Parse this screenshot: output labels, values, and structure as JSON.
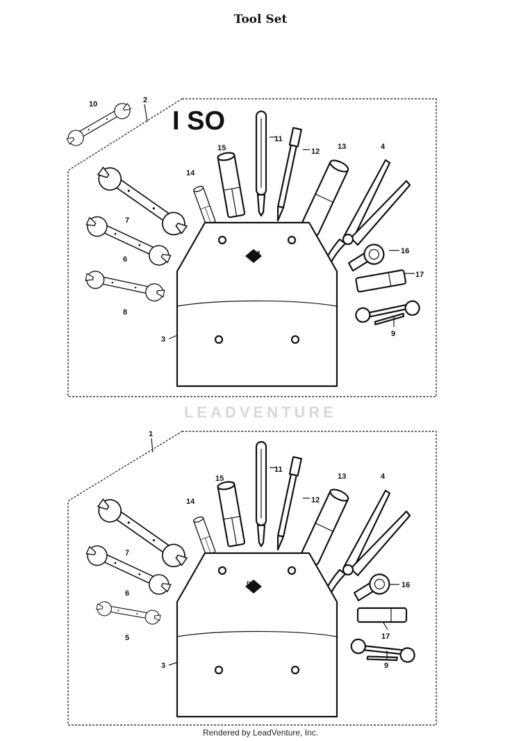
{
  "page_title": "Tool Set",
  "iso_mark": "I SO",
  "watermark_text": "LEADVENTURE",
  "footer_text": "Rendered by LeadVenture, Inc.",
  "pouch_code": "D-8",
  "diagram_top": {
    "callouts": {
      "set": "2",
      "pouch": "3",
      "pliers": "4",
      "wrench_10": "10",
      "wrench_7": "7",
      "wrench_6": "6",
      "wrench_8": "8",
      "screwdriver": "11",
      "driver_bit": "12",
      "socket": "13",
      "plug_wrench_small": "14",
      "plug_wrench_large": "15",
      "ring_spanner": "16",
      "bar": "17",
      "mini_wrench": "9"
    }
  },
  "diagram_bottom": {
    "callouts": {
      "set": "1",
      "pouch": "3",
      "pliers": "4",
      "wrench_5": "5",
      "wrench_7": "7",
      "wrench_6": "6",
      "screwdriver": "11",
      "driver_bit": "12",
      "socket": "13",
      "plug_wrench_small": "14",
      "plug_wrench_large": "15",
      "ring_spanner": "16",
      "bar": "17",
      "mini_wrench": "9"
    }
  }
}
